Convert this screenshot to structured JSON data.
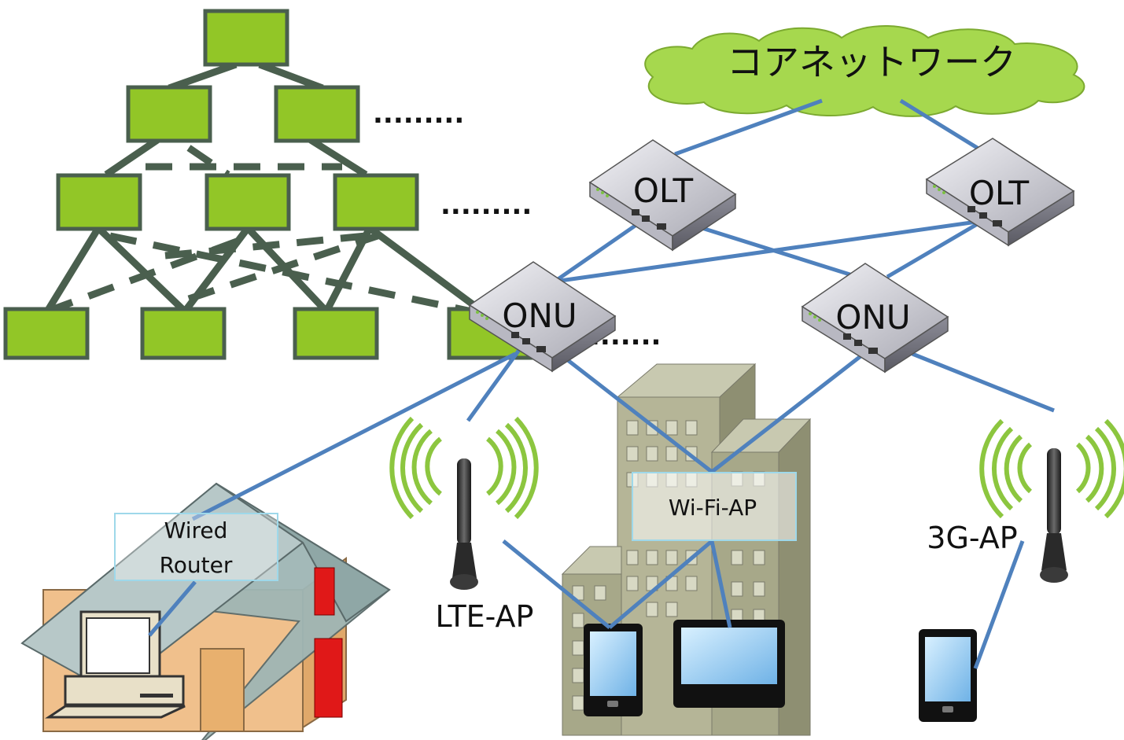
{
  "core_network": {
    "label": "コアネットワーク"
  },
  "olt_left": {
    "label": "OLT"
  },
  "olt_right": {
    "label": "OLT"
  },
  "onu_left": {
    "label": "ONU"
  },
  "onu_right": {
    "label": "ONU"
  },
  "wired_router": {
    "line1": "Wired",
    "line2": "Router"
  },
  "wifi_ap": {
    "label": "Wi-Fi-AP"
  },
  "lte_ap": {
    "label": "LTE-AP"
  },
  "g3_ap": {
    "label": "3G-AP"
  },
  "ellipses": {
    "row1": ".........",
    "row2": ".........",
    "row4": "......."
  },
  "colors": {
    "tree_node": "#92c627",
    "tree_edge": "#4a5f4e",
    "link": "#4f81bd",
    "cloud": "#a6d84e",
    "device": "#c9c9cf",
    "radio": "#8cc63f"
  }
}
